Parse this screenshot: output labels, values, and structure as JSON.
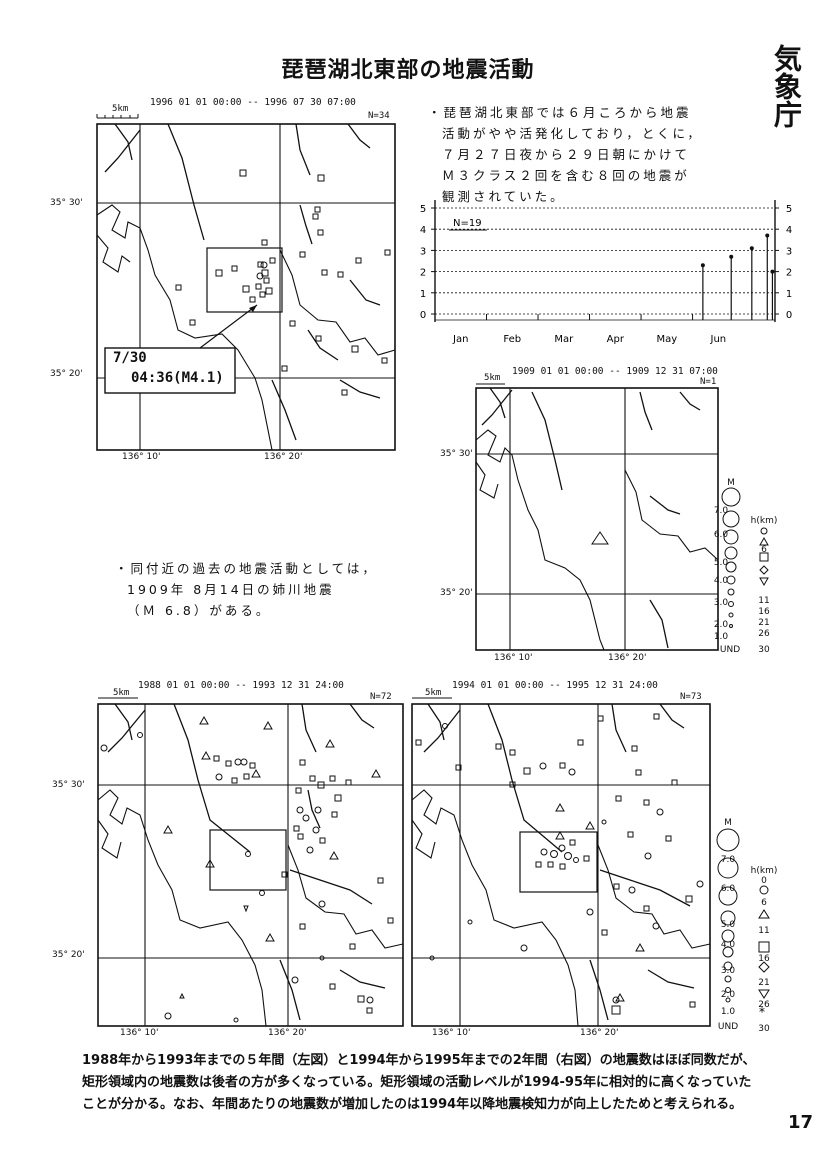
{
  "title": "琵琶湖北東部の地震活動",
  "agency": "気象庁",
  "page_number": "17",
  "map_main": {
    "period": "1996 01 01 00:00 -- 1996 07 30 07:00",
    "count": "N=34",
    "scale": "5km",
    "lat_labels": [
      "35° 30'",
      "35° 20'"
    ],
    "lon_labels": [
      "136° 10'",
      "136° 20'"
    ],
    "callout_date": "7/30",
    "callout_event": "04:36(M4.1)"
  },
  "note_recent": {
    "lines": [
      "・琵琶湖北東部では６月ころから地震",
      "活動がやや活発化しており，とくに，",
      "７月２７日夜から２９日朝にかけて",
      "Ｍ３クラス２回を含む８回の地震が",
      "観測されていた。"
    ]
  },
  "chart_data": {
    "type": "scatter",
    "title": "",
    "label": "N=19",
    "categories": [
      "Jan",
      "Feb",
      "Mar",
      "Apr",
      "May",
      "Jun"
    ],
    "ylim": [
      0,
      5
    ],
    "y_ticks": [
      "5",
      "4",
      "3",
      "2",
      "1",
      "0"
    ],
    "grid": true,
    "marker": "stem",
    "events_month_pos": [
      5.2,
      5.75,
      6.15,
      6.45,
      6.55
    ],
    "events_M": [
      2.3,
      2.7,
      3.1,
      3.7,
      2.0
    ]
  },
  "map_1909": {
    "period": "1909 01 01 00:00 -- 1909 12 31 07:00",
    "count": "N=1",
    "scale": "5km",
    "lat_labels": [
      "35° 30'",
      "35° 20'"
    ],
    "lon_labels": [
      "136° 10'",
      "136° 20'"
    ]
  },
  "note_past": {
    "lines": [
      "・同付近の過去の地震活動としては，",
      "1909年 8月14日の姉川地震",
      "（Ｍ 6.8）がある。"
    ]
  },
  "map_left": {
    "period": "1988 01 01 00:00 -- 1993 12 31 24:00",
    "count": "N=72",
    "scale": "5km",
    "lat_labels": [
      "35° 30'",
      "35° 20'"
    ],
    "lon_labels": [
      "136° 10'",
      "136° 20'"
    ]
  },
  "map_right": {
    "period": "1994 01 01 00:00 -- 1995 12 31 24:00",
    "count": "N=73",
    "scale": "5km",
    "lon_labels": [
      "136° 10'",
      "136° 20'"
    ]
  },
  "legend": {
    "M_title": "M",
    "M_values": [
      "7.0",
      "6.0",
      "5.0",
      "4.0",
      "3.0",
      "2.0",
      "1.0",
      "UND"
    ],
    "h_title": "h(km)",
    "h_values": [
      "0",
      "6",
      "11",
      "16",
      "21",
      "26",
      "30"
    ]
  },
  "caption": "1988年から1993年までの５年間（左図）と1994年から1995年までの2年間（右図）の地震数はほぼ同数だが、矩形領域内の地震数は後者の方が多くなっている。矩形領域の活動レベルが1994-95年に相対的に高くなっていたことが分かる。なお、年間あたりの地震数が増加したのは1994年以降地震検知力が向上したためと考えられる。"
}
